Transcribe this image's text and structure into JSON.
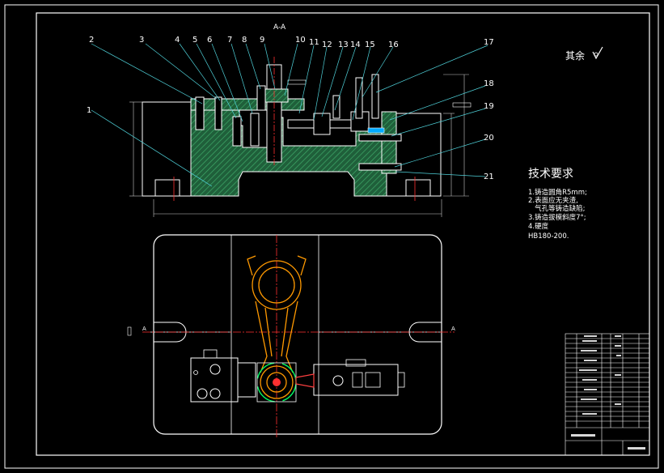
{
  "section_label": "A-A",
  "roughness_note": "其余",
  "callouts": [
    "1",
    "2",
    "3",
    "4",
    "5",
    "6",
    "7",
    "8",
    "9",
    "10",
    "11",
    "12",
    "13",
    "14",
    "15",
    "16",
    "17",
    "18",
    "19",
    "20",
    "21"
  ],
  "tech_requirements": {
    "title": "技术要求",
    "items": [
      "1.铸造圆角R5mm;",
      "2.表面应无夹渣,",
      "   气孔等铸造缺陷;",
      "3.铸造拔模斜度7°;",
      "4.硬度",
      "HB180-200."
    ]
  },
  "colors": {
    "background": "#000000",
    "outline": "#ffffff",
    "hatch": "#2e8b57",
    "leader": "#4fd1d9",
    "centerline": "#ff3030",
    "part": "#ff9900",
    "dimension": "#c8c8c8",
    "clamp": "#ff4040",
    "accent_green": "#00ff66"
  }
}
